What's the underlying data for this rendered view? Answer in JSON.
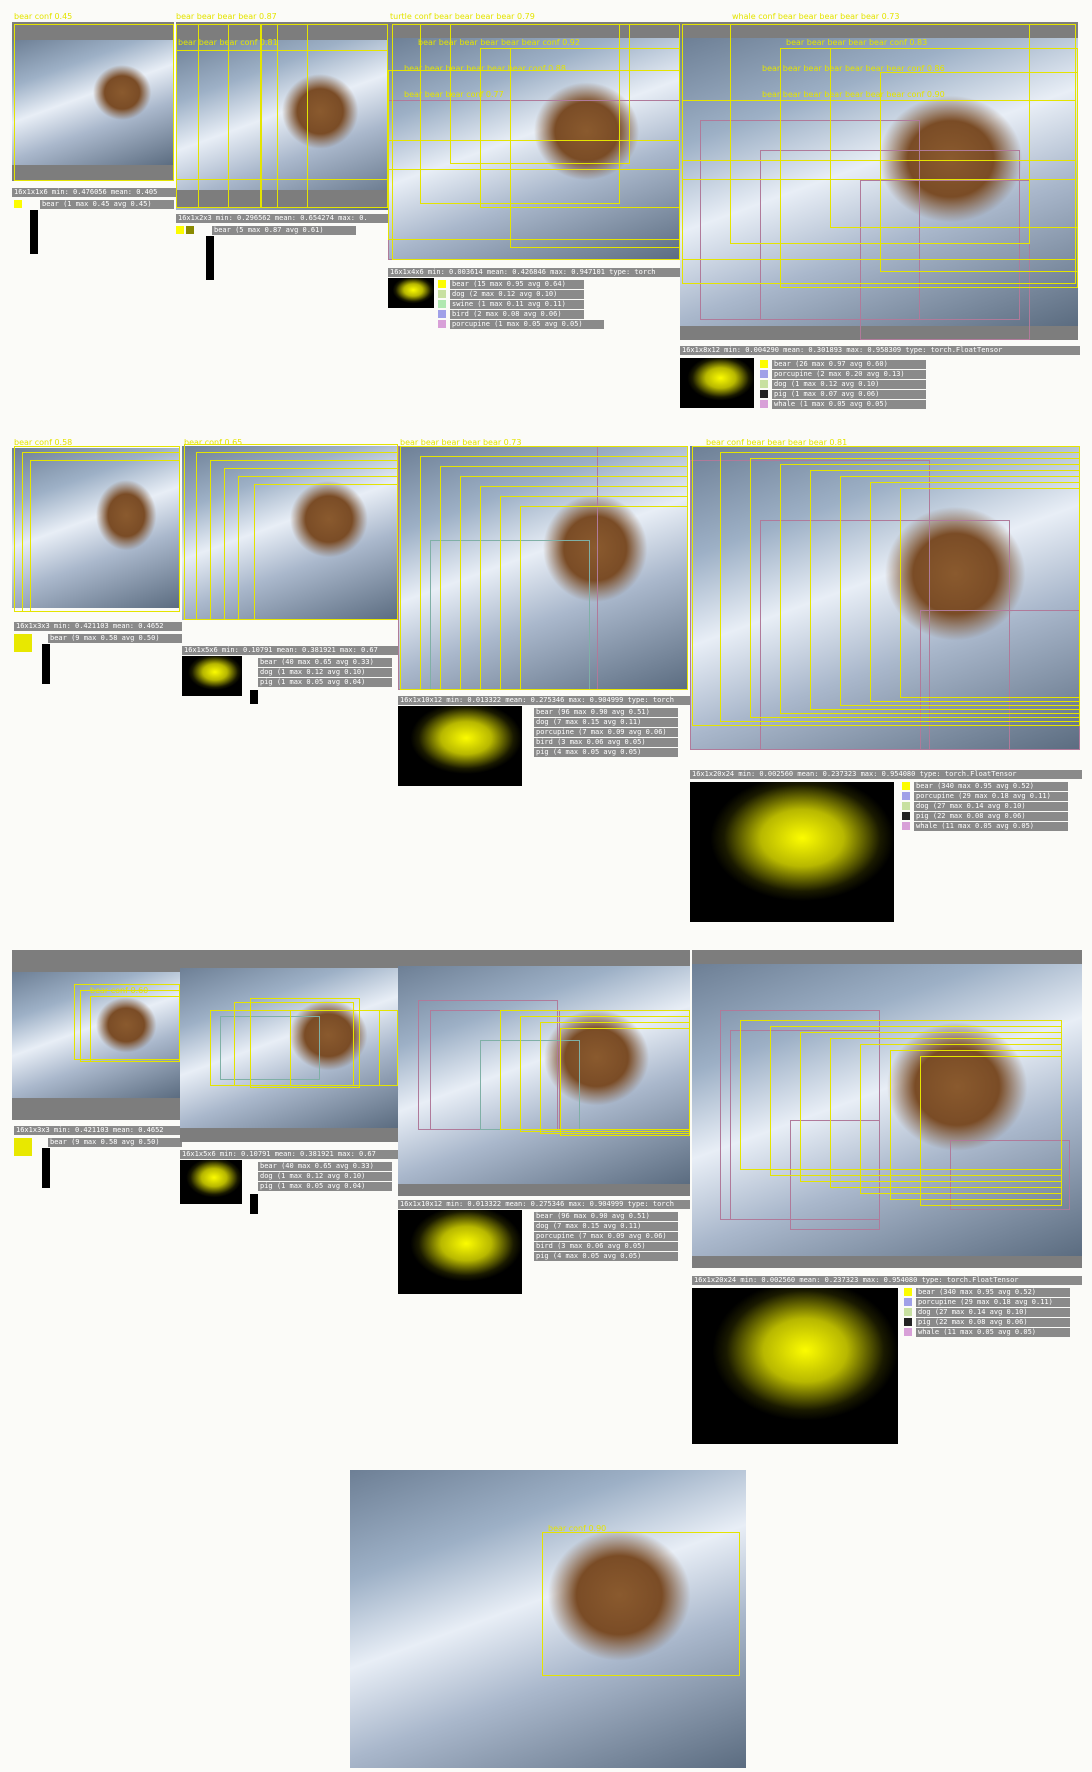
{
  "row1": {
    "panels": [
      {
        "title": "bear conf 0.45",
        "stat": "16x1x1x6 min: 0.476056 mean: 0.405",
        "legend": "bear (1 max 0.45 avg 0.45)"
      },
      {
        "title": "bear bear bear bear 0.87",
        "inner_label": "bear bear bear conf 0.81",
        "stat": "16x1x2x3 min: 0.296562 mean: 0.654274 max: 0.",
        "legend": "bear (5 max 0.87 avg 0.61)"
      },
      {
        "title": "turtle conf bear bear bear bear 0.79",
        "inner_labels": [
          "bear bear bear bear bear bear conf 0.92",
          "bear bear bear bear bear bear conf 0.88",
          "bear bear bear conf 0.77"
        ],
        "stat": "16x1x4x6 min: 0.003614 mean: 0.426846 max: 0.947101 type: torch",
        "legend": [
          "bear (15 max 0.95 avg 0.64)",
          "dog (2 max 0.12 avg 0.10)",
          "swine (1 max 0.11 avg 0.11)",
          "bird (2 max 0.08 avg 0.06)",
          "porcupine (1 max 0.05 avg 0.05)"
        ]
      },
      {
        "title": "whale conf bear bear bear bear bear 0.73",
        "inner_labels": [
          "bear bear bear bear bear conf 0.83",
          "bear bear bear bear bear bear bear conf 0.86",
          "bear bear bear bear bear bear bear conf 0.90"
        ],
        "stat": "16x1x8x12 min: 0.004290 mean: 0.301893 max: 0.958309 type: torch.FloatTensor",
        "legend": [
          "bear (26 max 0.97 avg 0.60)",
          "porcupine (2 max 0.20 avg 0.13)",
          "dog (1 max 0.12 avg 0.10)",
          "pig (1 max 0.07 avg 0.06)",
          "whale (1 max 0.05 avg 0.05)"
        ]
      }
    ]
  },
  "row2": {
    "panels": [
      {
        "title": "bear conf 0.58",
        "stat": "16x1x3x3 min: 0.421103 mean: 0.4652",
        "legend": "bear (9 max 0.58 avg 0.50)"
      },
      {
        "title": "bear conf 0.65",
        "stat": "16x1x5x6 min: 0.10791 mean: 0.381921 max: 0.67",
        "legend": [
          "bear (40 max 0.65 avg 0.33)",
          "dog (1 max 0.12 avg 0.10)",
          "pig (1 max 0.05 avg 0.04)"
        ]
      },
      {
        "title": "bear bear bear bear bear 0.73",
        "stat": "16x1x10x12 min: 0.013322 mean: 0.275346 max: 0.904999 type: torch",
        "legend": [
          "bear (96 max 0.90 avg 0.51)",
          "dog (7 max 0.15 avg 0.11)",
          "porcupine (7 max 0.09 avg 0.06)",
          "bird (3 max 0.06 avg 0.05)",
          "pig (4 max 0.05 avg 0.05)"
        ]
      },
      {
        "title": "bear conf bear bear bear bear 0.81",
        "stat": "16x1x20x24 min: 0.002560 mean: 0.237323 max: 0.954080 type: torch.FloatTensor",
        "legend": [
          "bear (340 max 0.95 avg 0.52)",
          "porcupine (29 max 0.18 avg 0.11)",
          "dog (27 max 0.14 avg 0.10)",
          "pig (22 max 0.08 avg 0.06)",
          "whale (11 max 0.05 avg 0.05)"
        ]
      }
    ]
  },
  "row3": {
    "panels": [
      {
        "title": "bear conf 0.60",
        "stat": "16x1x3x3 min: 0.421103 mean: 0.4652",
        "legend": "bear (9 max 0.58 avg 0.50)"
      },
      {
        "title": "",
        "stat": "16x1x5x6 min: 0.10791 mean: 0.381921 max: 0.67",
        "legend": [
          "bear (40 max 0.65 avg 0.33)",
          "dog (1 max 0.12 avg 0.10)",
          "pig (1 max 0.05 avg 0.04)"
        ]
      },
      {
        "title": "",
        "stat": "16x1x10x12 min: 0.013322 mean: 0.275346 max: 0.904999 type: torch",
        "legend": [
          "bear (96 max 0.90 avg 0.51)",
          "dog (7 max 0.15 avg 0.11)",
          "porcupine (7 max 0.09 avg 0.06)",
          "bird (3 max 0.06 avg 0.05)",
          "pig (4 max 0.05 avg 0.05)"
        ]
      },
      {
        "title": "",
        "stat": "16x1x20x24 min: 0.002560 mean: 0.237323 max: 0.954080 type: torch.FloatTensor",
        "legend": [
          "bear (340 max 0.95 avg 0.52)",
          "porcupine (29 max 0.18 avg 0.11)",
          "dog (27 max 0.14 avg 0.10)",
          "pig (22 max 0.08 avg 0.06)",
          "whale (11 max 0.05 avg 0.05)"
        ]
      }
    ]
  },
  "final": {
    "label": "bear conf 0.90"
  },
  "colors": {
    "yellow": "#e4e400",
    "pink": "#b07a9a",
    "teal": "#7fb0a6",
    "gray": "#8a8a8a"
  }
}
